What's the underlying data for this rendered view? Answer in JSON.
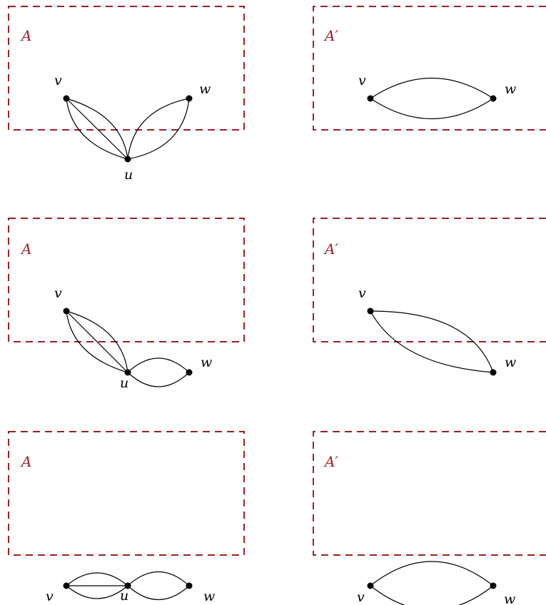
{
  "regions": {
    "left": "A",
    "right": "A′"
  },
  "vertices": {
    "v": "v",
    "u": "u",
    "w": "w"
  },
  "colors": {
    "region_border": "#9b2226",
    "edge": "#000000"
  }
}
